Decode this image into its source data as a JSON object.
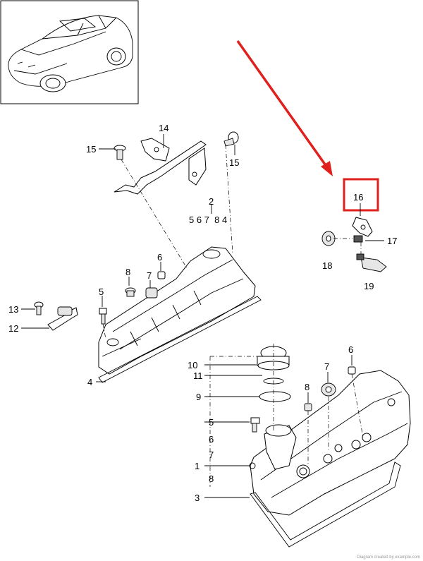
{
  "callouts": {
    "c1": "1",
    "c2": "2",
    "c3": "3",
    "c4": "4",
    "c5a": "5",
    "c5b": "5",
    "c6a": "6",
    "c6b": "6",
    "c6c": "6",
    "c7a": "7",
    "c7b": "7",
    "c7c": "7",
    "c8a": "8",
    "c8b": "8",
    "c8c": "8",
    "c9": "9",
    "c10": "10",
    "c11": "11",
    "c12": "12",
    "c13": "13",
    "c14": "14",
    "c15a": "15",
    "c15b": "15",
    "c16": "16",
    "c17": "17",
    "c18": "18",
    "c19": "19",
    "sub_row": "5 6 7  8 4 "
  },
  "colors": {
    "highlight": "#e0201c",
    "ink": "#000000"
  },
  "watermark": "Diagram created by example.com"
}
